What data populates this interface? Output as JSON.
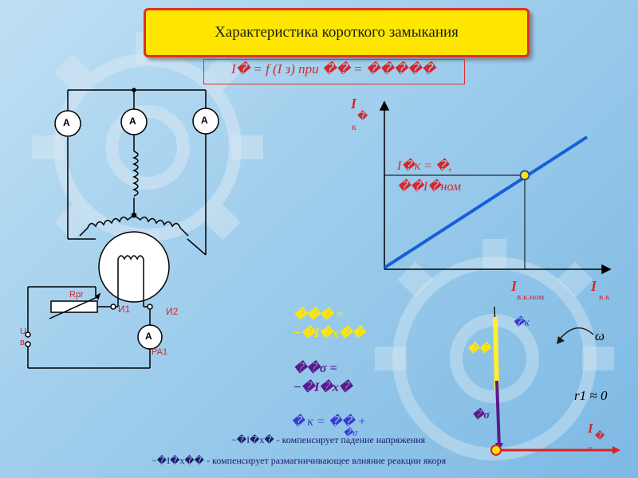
{
  "title": "Характеристика короткого замыкания",
  "formula": "I�  = f (I з)     при �� = �����",
  "circuit": {
    "ammeter_symbol": "A",
    "rheostat_label": "Rрг",
    "i1_label": "И1",
    "i2_label": "И2",
    "u_label_top": "U",
    "u_label_bot": "в",
    "pa1_label": "РА1"
  },
  "graph": {
    "y_axis_label_main": "I",
    "y_axis_label_glyph": "�",
    "y_axis_label_sub": "к",
    "x_axis_label_main": "I",
    "x_axis_label_sub": "в.к",
    "x_nom_label_main": "I",
    "x_nom_label_sub": "в.к.ном",
    "point_label_line1": "I�к = �,",
    "point_label_line2": "��I�ном"
  },
  "equations": {
    "eq1_line1": "��� =",
    "eq1_line2": "−�I�x��",
    "eq2_line1": "��σ =",
    "eq2_line2": "−�I�x�",
    "eq3": "� к = �� +",
    "eq3_sub": "�σ",
    "note1": "−�I�x� - компенсирует падение напряжения",
    "note2": "−�I�x�� - компенсирует размагничивающее влияние реакции якоря"
  },
  "vector": {
    "omega": "ω",
    "r1": "r1 ≈ 0",
    "v_label_top": "�к",
    "v_label_yellow": "��",
    "v_label_sigma": "�σ",
    "v_label_sigma_glyph": "�",
    "i_label": "I",
    "i_sub": "к",
    "i_glyph": "�"
  },
  "colors": {
    "title_bg": "#ffe600",
    "title_border": "#e0302a",
    "formula_red": "#d8262d",
    "line_blue": "#1560d8",
    "vector_yellow": "#ffee33",
    "vector_purple": "#5a1a8c",
    "vector_red": "#e02020"
  }
}
